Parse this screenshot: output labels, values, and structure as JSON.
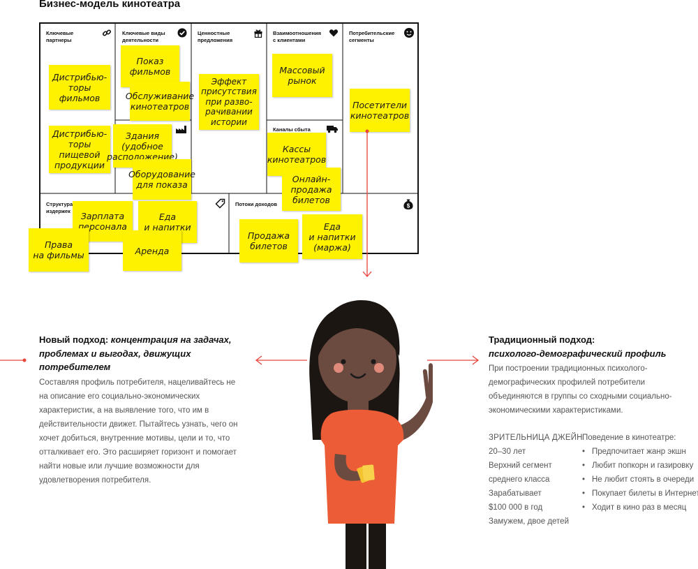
{
  "title": "Бизнес-модель кинотеатра",
  "canvas": {
    "cells": {
      "partners": "Ключевые\nпартнеры",
      "activities": "Ключевые виды\nдеятельности",
      "value": "Ценностные\nпредложения",
      "relationships": "Взаимоотношения\nс клиентами",
      "segments": "Потребительские\nсегменты",
      "channels": "Каналы сбыта",
      "costs": "Структура\nиздержек",
      "revenue": "Потоки доходов"
    },
    "notes": {
      "distributors_film": "Дистрибью-\nторы\nфильмов",
      "distributors_food": "Дистрибью-\nторы\nпищевой\nпродукции",
      "film_screening": "Показ\nфильмов",
      "cinema_service": "Обслуживание\nкинотеатров",
      "buildings": "Здания\n(удобное\nрасположение)",
      "equipment": "Оборудование\nдля показа",
      "presence_effect": "Эффект\nприсутствия\nпри разво-\nрачивании\nистории",
      "mass_market": "Массовый\nрынок",
      "box_office": "Кассы\nкинотеатров",
      "online_tickets": "Онлайн-\nпродажа\nбилетов",
      "visitors": "Посетители\nкинотеатров",
      "salary": "Зарплата\nперсонала",
      "food_cost": "Еда\nи напитки",
      "film_rights": "Права\nна фильмы",
      "rent": "Аренда",
      "ticket_sales": "Продажа\nбилетов",
      "food_margin": "Еда\nи напитки\n(маржа)"
    }
  },
  "new_approach": {
    "heading_plain": "Новый подход:",
    "heading_italic": "концентрация на задачах, проблемах и выгодах, движущих потребителем",
    "text": "Составляя профиль потребителя, нацеливайтесь не на описание его социально-экономических характеристик, а на выявление того, что им в действительности движет. Пытайтесь узнать, чего он хочет добиться, внутренние мотивы, цели и то, что отталкивает его. Это расширяет горизонт и помогает найти новые или лучшие возможности для удовлетворения потребителя."
  },
  "traditional_approach": {
    "heading_plain": "Традиционный подход:",
    "heading_italic": "психолого-демографический профиль",
    "text": "При построении традиционных психолого-демографических профилей потребители объединяются в группы со сходными социально-экономическими характеристиками.",
    "profile_title": "ЗРИТЕЛЬНИЦА ДЖЕЙН",
    "profile_lines": [
      "20–30 лет",
      "Верхний сегмент",
      "среднего класса",
      "Зарабатывает",
      "$100 000 в год",
      "Замужем, двое детей"
    ],
    "behavior_title": "Поведение в кинотеатре:",
    "behavior_items": [
      "Предпочитает жанр экшн",
      "Любит попкорн и газировку",
      "Не любит стоять в очереди",
      "Покупает билеты в Интернете",
      "Ходит в кино раз в месяц"
    ]
  },
  "colors": {
    "sticky": "#fff200",
    "arrow": "#e8443a",
    "skin": "#6b4a3f",
    "hair": "#1c1613",
    "shirt": "#ec5c36",
    "cheek": "#e08a7c"
  },
  "icons": [
    "link-icon",
    "checkmark-icon",
    "gift-icon",
    "heart-icon",
    "smiley-icon",
    "factory-icon",
    "truck-icon",
    "tag-icon",
    "money-bag-icon"
  ]
}
